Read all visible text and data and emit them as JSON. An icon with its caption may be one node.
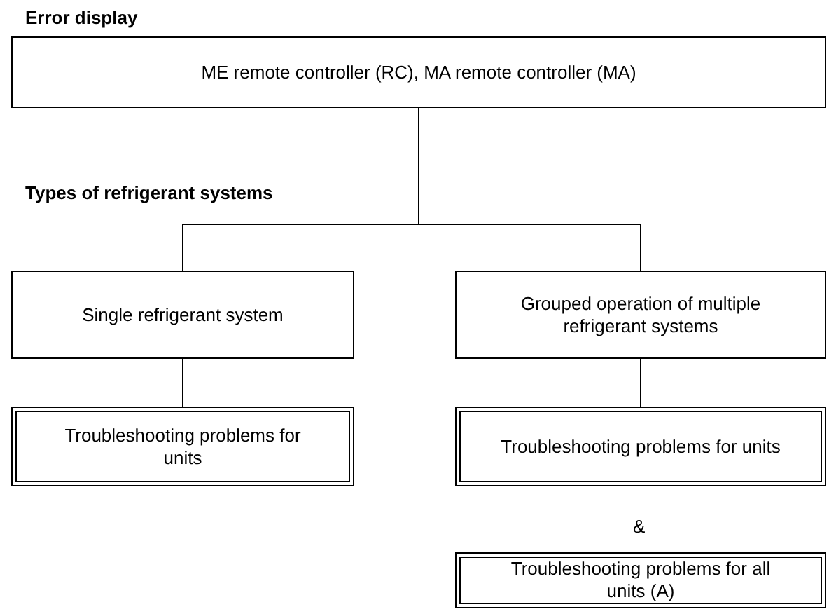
{
  "diagram": {
    "title": "Error display",
    "nodes": [
      {
        "text": [
          "ME remote controller (RC), MA remote controller (MA)"
        ]
      },
      {
        "text": [
          "Single refrigerant system"
        ]
      },
      {
        "text": [
          "Grouped operation of multiple refrigerant systems"
        ]
      },
      {
        "text": [
          "Troubleshooting problems for units"
        ]
      },
      {
        "text": [
          "Troubleshooting problems for units"
        ]
      },
      {
        "text": [
          "Troubleshooting problems for all units (A)"
        ]
      }
    ],
    "edges": [
      {
        "from": 0,
        "to": 1,
        "arrow": "none"
      },
      {
        "from": 0,
        "to": 2,
        "arrow": "none"
      },
      {
        "from": 1,
        "to": 3,
        "arrow": "none"
      },
      {
        "from": 2,
        "to": 4,
        "arrow": "none"
      }
    ],
    "labels": [
      "Types of refrigerant systems",
      "&"
    ]
  }
}
